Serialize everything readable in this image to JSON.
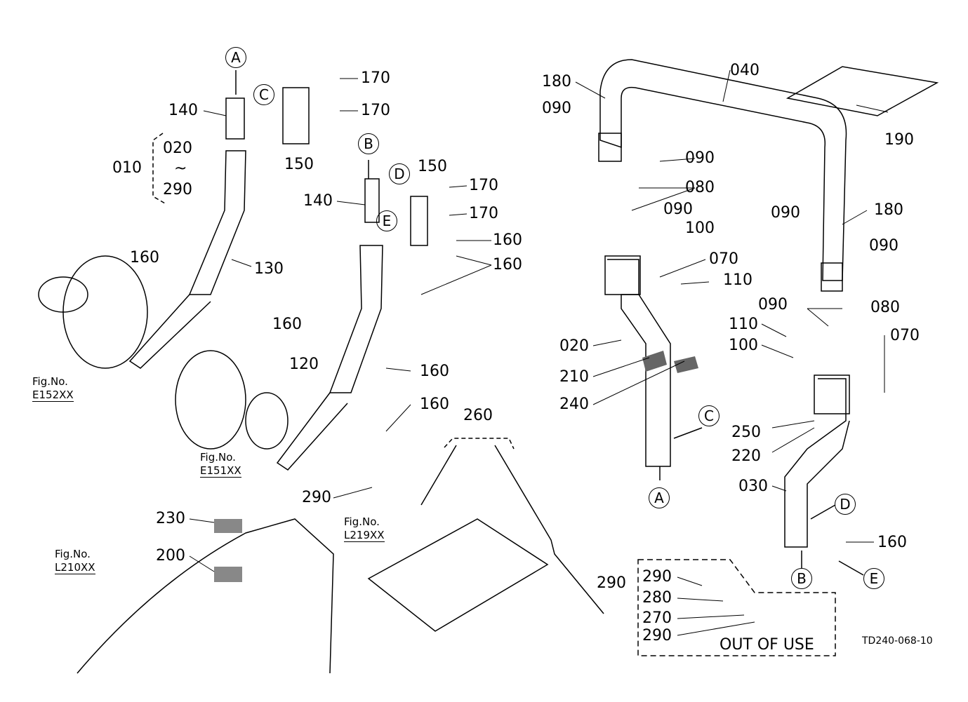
{
  "drawing_code": "TD240-068-10",
  "out_of_use_label": "OUT OF USE",
  "assembly": {
    "number": "010",
    "range_start": "020",
    "range_sep": "~",
    "range_end": "290"
  },
  "fig_refs": [
    {
      "line1": "Fig.No.",
      "line2": "E152XX"
    },
    {
      "line1": "Fig.No.",
      "line2": "E151XX"
    },
    {
      "line1": "Fig.No.",
      "line2": "L210XX"
    },
    {
      "line1": "Fig.No.",
      "line2": "L219XX"
    }
  ],
  "connectors": [
    "A",
    "B",
    "C",
    "D",
    "E"
  ],
  "parts": {
    "p020": "020",
    "p030": "030",
    "p040": "040",
    "p070": "070",
    "p080": "080",
    "p090": "090",
    "p100": "100",
    "p110": "110",
    "p120": "120",
    "p130": "130",
    "p140": "140",
    "p150": "150",
    "p160": "160",
    "p170": "170",
    "p180": "180",
    "p190": "190",
    "p200": "200",
    "p210": "210",
    "p220": "220",
    "p230": "230",
    "p240": "240",
    "p250": "250",
    "p260": "260",
    "p270": "270",
    "p280": "280",
    "p290": "290"
  }
}
